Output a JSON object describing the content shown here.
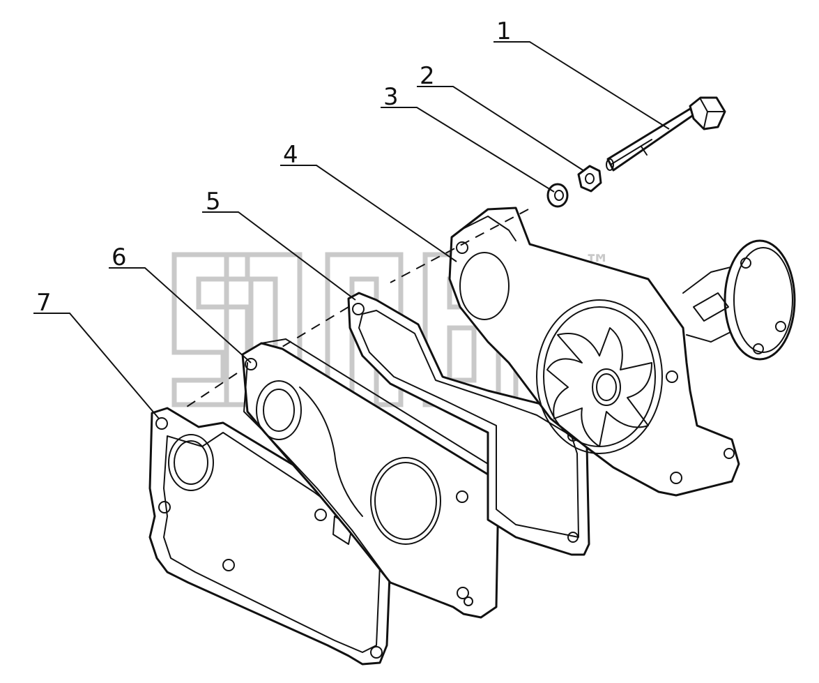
{
  "diagram": {
    "callouts": [
      {
        "id": "1",
        "label": "1"
      },
      {
        "id": "2",
        "label": "2"
      },
      {
        "id": "3",
        "label": "3"
      },
      {
        "id": "4",
        "label": "4"
      },
      {
        "id": "5",
        "label": "5"
      },
      {
        "id": "6",
        "label": "6"
      },
      {
        "id": "7",
        "label": "7"
      }
    ],
    "watermark": {
      "trademark": "™"
    }
  }
}
